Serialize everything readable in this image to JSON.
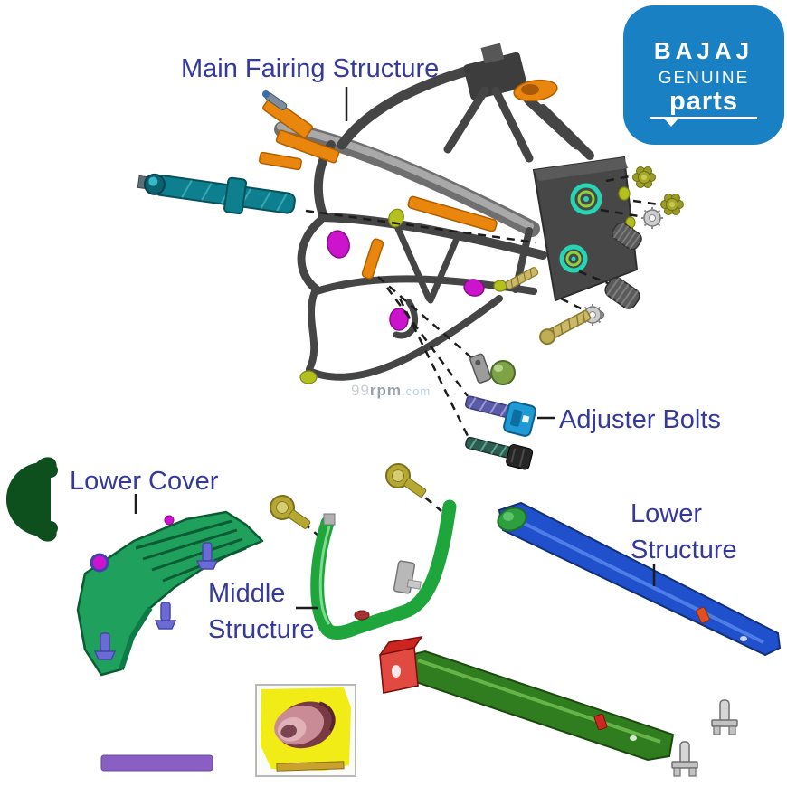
{
  "logo": {
    "brand": "BAJAJ",
    "line1": "GENUINE",
    "line2": "parts"
  },
  "labels": {
    "main_fairing": "Main Fairing Structure",
    "adjuster_bolts": "Adjuster Bolts",
    "lower_cover": "Lower Cover",
    "middle_line1": "Middle",
    "middle_line2": "Structure",
    "lower_line1": "Lower",
    "lower_line2": "Structure"
  },
  "watermark": {
    "prefix": "99",
    "name": "rpm",
    "suffix": ".com"
  },
  "icons": {
    "phone": "phone-handset-icon"
  },
  "colors": {
    "label-color": "#34399b",
    "logo-bg": "#1a80c4",
    "logo-text": "#ffffff",
    "frame-dark": "#454545",
    "frame-tube": "#8f8f8f",
    "orange": "#e8860e",
    "teal-ring": "#27d4b4",
    "magenta": "#cc14cc",
    "yellow-green": "#b3c01d",
    "teal-bolt": "#0e7f8f",
    "olive-nut": "#a8a82e",
    "gold": "#cbb968",
    "green-ball": "#7da345",
    "blue-bolt-head": "#1f9ad4",
    "cover-green": "#1fa05c",
    "pin-purple": "#6b6bd6",
    "phone-green": "#0e4f1e",
    "middle-green": "#1ea53c",
    "lower-blue": "#2050cc",
    "lower-green": "#2f7d1e",
    "red-bracket": "#cc2420",
    "purple-bar": "#8a5fc4",
    "thumb-yellow": "#f2ec16",
    "bushing-pink": "#c98b95",
    "watermark-gray": "#c9ced2",
    "watermark-mid": "#97a2aa",
    "watermark-blue": "#b6d2e8"
  }
}
